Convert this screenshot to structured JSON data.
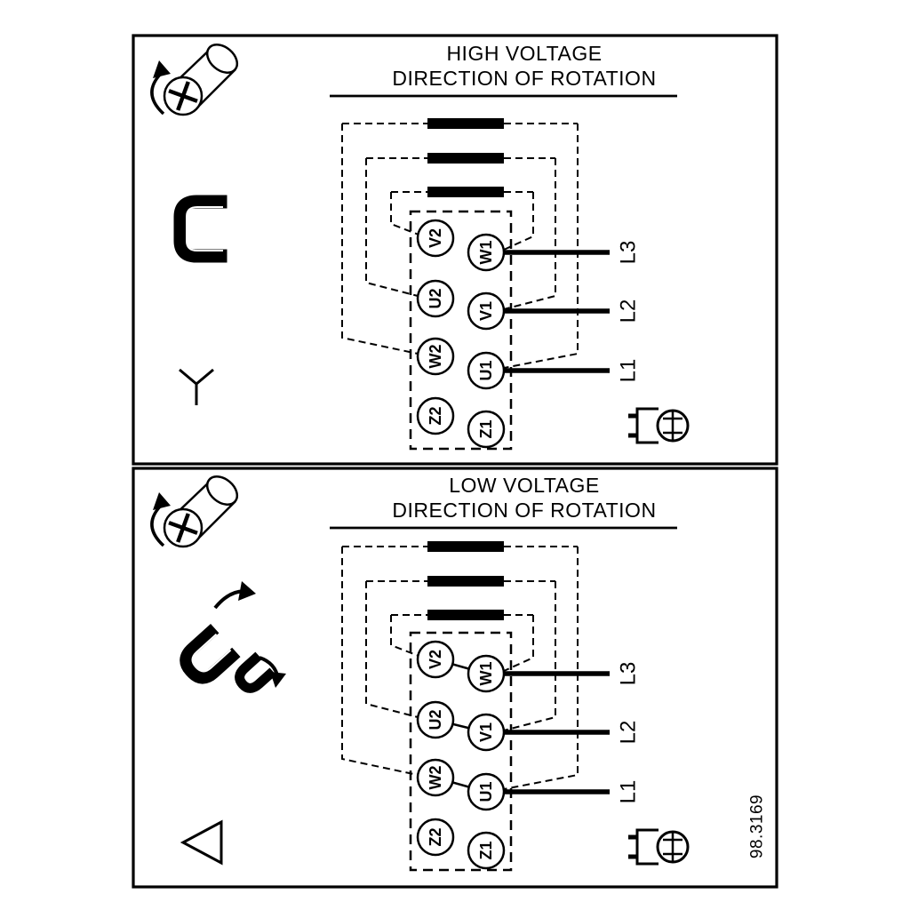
{
  "sheet": {
    "figure_number": "98.3169",
    "background": "#ffffff",
    "ink": "#000000"
  },
  "panels": {
    "high": {
      "title_line1": "HIGH VOLTAGE",
      "title_line2": "DIRECTION OF ROTATION",
      "connection": "star",
      "terminals": {
        "v2": "V2",
        "w1": "W1",
        "u2": "U2",
        "v1": "V1",
        "w2": "W2",
        "u1": "U1",
        "z2": "Z2",
        "z1": "Z1"
      },
      "supply": {
        "l3": "L3",
        "l2": "L2",
        "l1": "L1"
      }
    },
    "low": {
      "title_line1": "LOW VOLTAGE",
      "title_line2": "DIRECTION OF ROTATION",
      "connection": "delta",
      "terminals": {
        "v2": "V2",
        "w1": "W1",
        "u2": "U2",
        "v1": "V1",
        "w2": "W2",
        "u1": "U1",
        "z2": "Z2",
        "z1": "Z1"
      },
      "supply": {
        "l3": "L3",
        "l2": "L2",
        "l1": "L1"
      }
    }
  },
  "icons": {
    "screw_rotation": "screw-rotation-arrow-icon",
    "jumper_link": "jumper-link-bracket-icon",
    "jumper_links_moving": "jumper-links-repositioning-icon",
    "star": "star-connection-icon",
    "delta": "delta-connection-icon",
    "earth": "earth-terminal-icon"
  }
}
